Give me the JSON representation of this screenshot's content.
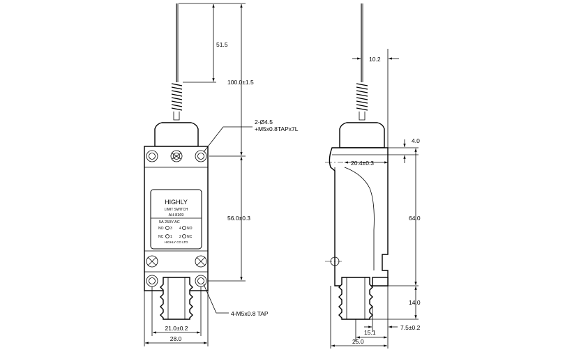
{
  "front_view": {
    "dims": {
      "spring_length": "51.5",
      "total_height": "100.0±1.5",
      "hole_spacing_vertical": "56.0±0.3",
      "hole_spacing_horizontal": "21.0±0.2",
      "width": "28.0"
    },
    "callouts": {
      "top_holes_line1": "2-Ø4.5",
      "top_holes_line2": "+M5x0.8TAPx7L",
      "bottom_holes": "4-M5x0.8 TAP"
    },
    "label_plate": {
      "brand": "HIGHLY",
      "type": "LIMIT SWITCH",
      "model": "AH-8169",
      "rating": "5A 250V AC",
      "row1_left": "NO",
      "row1_n1": "3",
      "row1_n2": "4",
      "row1_right": "NO",
      "row2_left": "NC",
      "row2_n1": "1",
      "row2_n2": "2",
      "row2_right": "NC",
      "maker": "HIGHLY CO LTD"
    }
  },
  "side_view": {
    "dims": {
      "rod_offset": "10.2",
      "flange": "4.0",
      "head_width": "20.4±0.3",
      "body_height": "64.0",
      "bottom_height": "14.0",
      "bottom_offset": "7.5±0.2",
      "boot_offset": "15.1",
      "depth": "25.0"
    }
  }
}
